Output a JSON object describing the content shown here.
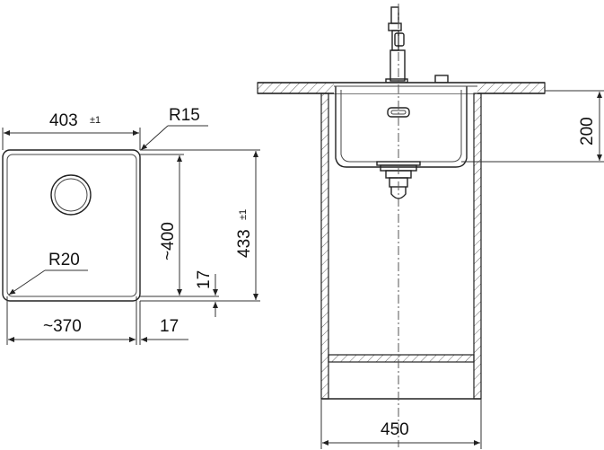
{
  "top_view": {
    "width_main": "403",
    "width_tol": "±1",
    "radius_outer": "R15",
    "radius_inner": "R20",
    "height_inner": "~400",
    "height_total_main": "433",
    "height_total_tol": "±1",
    "width_inner": "~370",
    "rim_bottom": "17",
    "rim_side": "17"
  },
  "side_view": {
    "depth": "200",
    "cabinet_width": "450"
  },
  "colors": {
    "line": "#222222",
    "hatch": "#666666",
    "background": "#ffffff"
  }
}
